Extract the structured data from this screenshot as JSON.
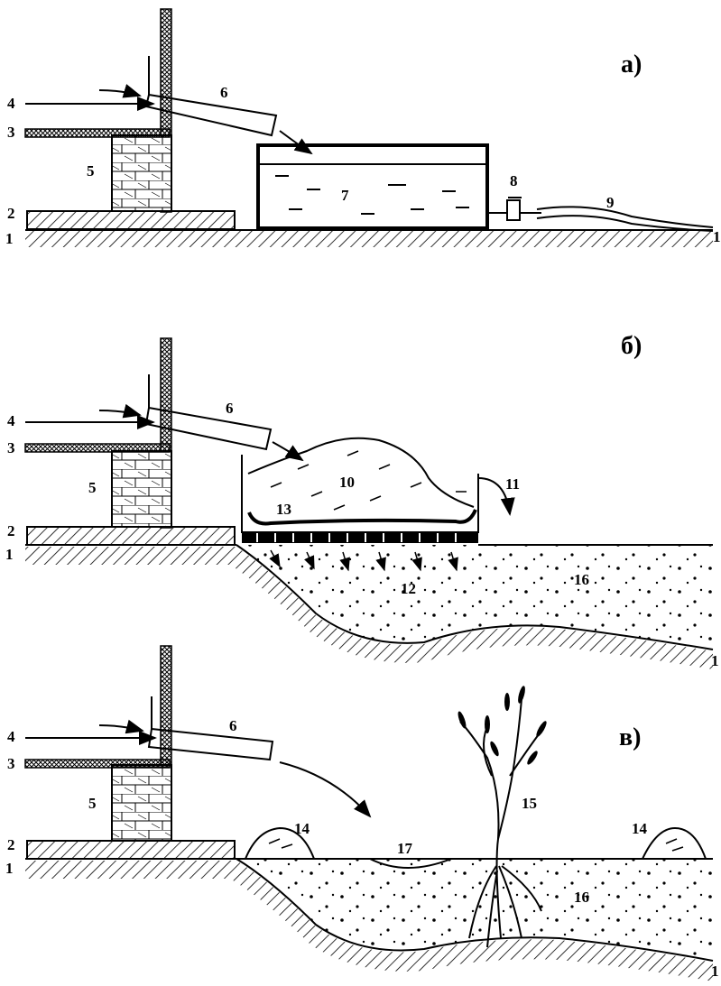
{
  "panels": [
    {
      "letter": "а)",
      "labels": {
        "l1": "1",
        "l1r": "1",
        "l2": "2",
        "l3": "3",
        "l4": "4",
        "l5": "5",
        "l6": "6",
        "l7": "7",
        "l8": "8",
        "l9": "9"
      }
    },
    {
      "letter": "б)",
      "labels": {
        "l1": "1",
        "l1r": "1",
        "l2": "2",
        "l3": "3",
        "l4": "4",
        "l5": "5",
        "l6": "6",
        "l10": "10",
        "l11": "11",
        "l12": "12",
        "l13": "13",
        "l16": "16"
      }
    },
    {
      "letter": "в)",
      "labels": {
        "l1": "1",
        "l1r": "1",
        "l2": "2",
        "l3": "3",
        "l4": "4",
        "l5": "5",
        "l6": "6",
        "l14a": "14",
        "l14b": "14",
        "l15": "15",
        "l16": "16",
        "l17": "17"
      }
    }
  ]
}
